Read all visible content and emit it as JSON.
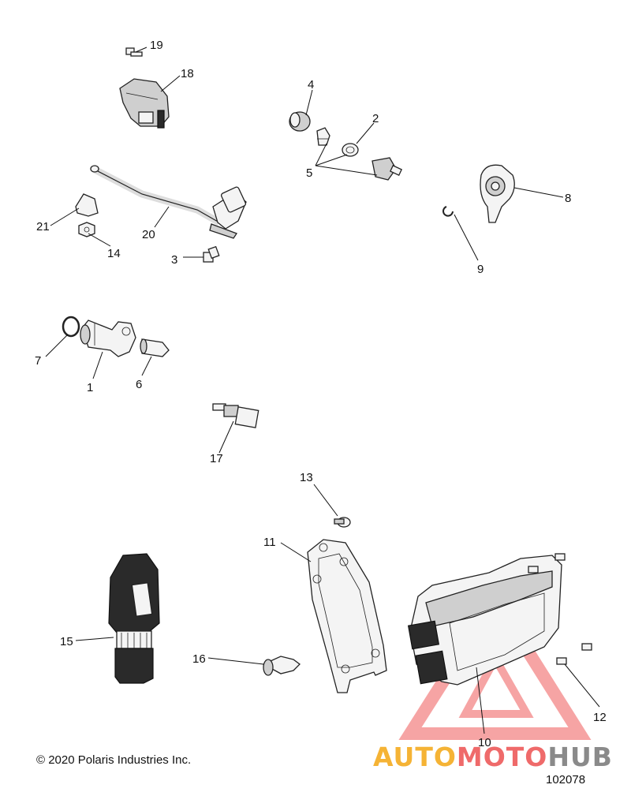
{
  "copyright": "© 2020 Polaris Industries Inc.",
  "document_number": "102078",
  "watermark": {
    "part1": "AUTO",
    "part2": "MOTO",
    "part3": "HUB",
    "color_auto": "#f5b335",
    "color_moto": "#ef6a6a",
    "color_hub": "#8a8a8a"
  },
  "callouts": {
    "c1": "1",
    "c2": "2",
    "c3": "3",
    "c4": "4",
    "c5": "5",
    "c6": "6",
    "c7": "7",
    "c8": "8",
    "c9": "9",
    "c10": "10",
    "c11": "11",
    "c12": "12",
    "c13": "13",
    "c14": "14",
    "c15": "15",
    "c16": "16",
    "c17": "17",
    "c18": "18",
    "c19": "19",
    "c20": "20",
    "c21": "21"
  }
}
